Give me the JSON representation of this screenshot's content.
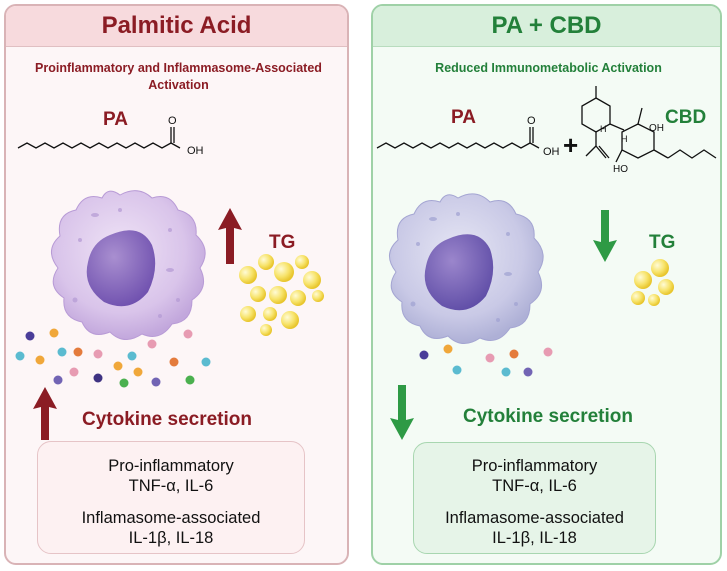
{
  "left": {
    "title": "Palmitic Acid",
    "subtitle": "Proinflammatory and Inflammasome-Associated Activation",
    "molecule_label": "PA",
    "oh_label": "OH",
    "tg_label": "TG",
    "cytokine_label": "Cytokine secretion",
    "box": {
      "line1": "Pro-inflammatory",
      "line2": "TNF-α, IL-6",
      "line3": "Inflamasome-associated",
      "line4": "IL-1β, IL-18"
    },
    "colors": {
      "accent": "#8b1c24",
      "border": "#d9b3b6",
      "header": "#f7dadd"
    }
  },
  "right": {
    "title": "PA + CBD",
    "subtitle": "Reduced Immunometabolic Activation",
    "pa_label": "PA",
    "plus": "+",
    "cbd_label": "CBD",
    "oh_label": "OH",
    "oh_label_2": "OH",
    "ho_label": "HO",
    "h_label": "H",
    "h_label_2": "H",
    "tg_label": "TG",
    "cytokine_label": "Cytokine secretion",
    "box": {
      "line1": "Pro-inflammatory",
      "line2": "TNF-α, IL-6",
      "line3": "Inflamasome-associated",
      "line4": "IL-1β, IL-18"
    },
    "colors": {
      "accent": "#23803a",
      "border": "#9fd1a7",
      "header": "#d8efdc"
    }
  },
  "icons": [
    "macrophage-cell-icon",
    "lipid-droplet-icon",
    "cytokine-dot-icon",
    "arrow-up-icon",
    "arrow-down-icon"
  ]
}
